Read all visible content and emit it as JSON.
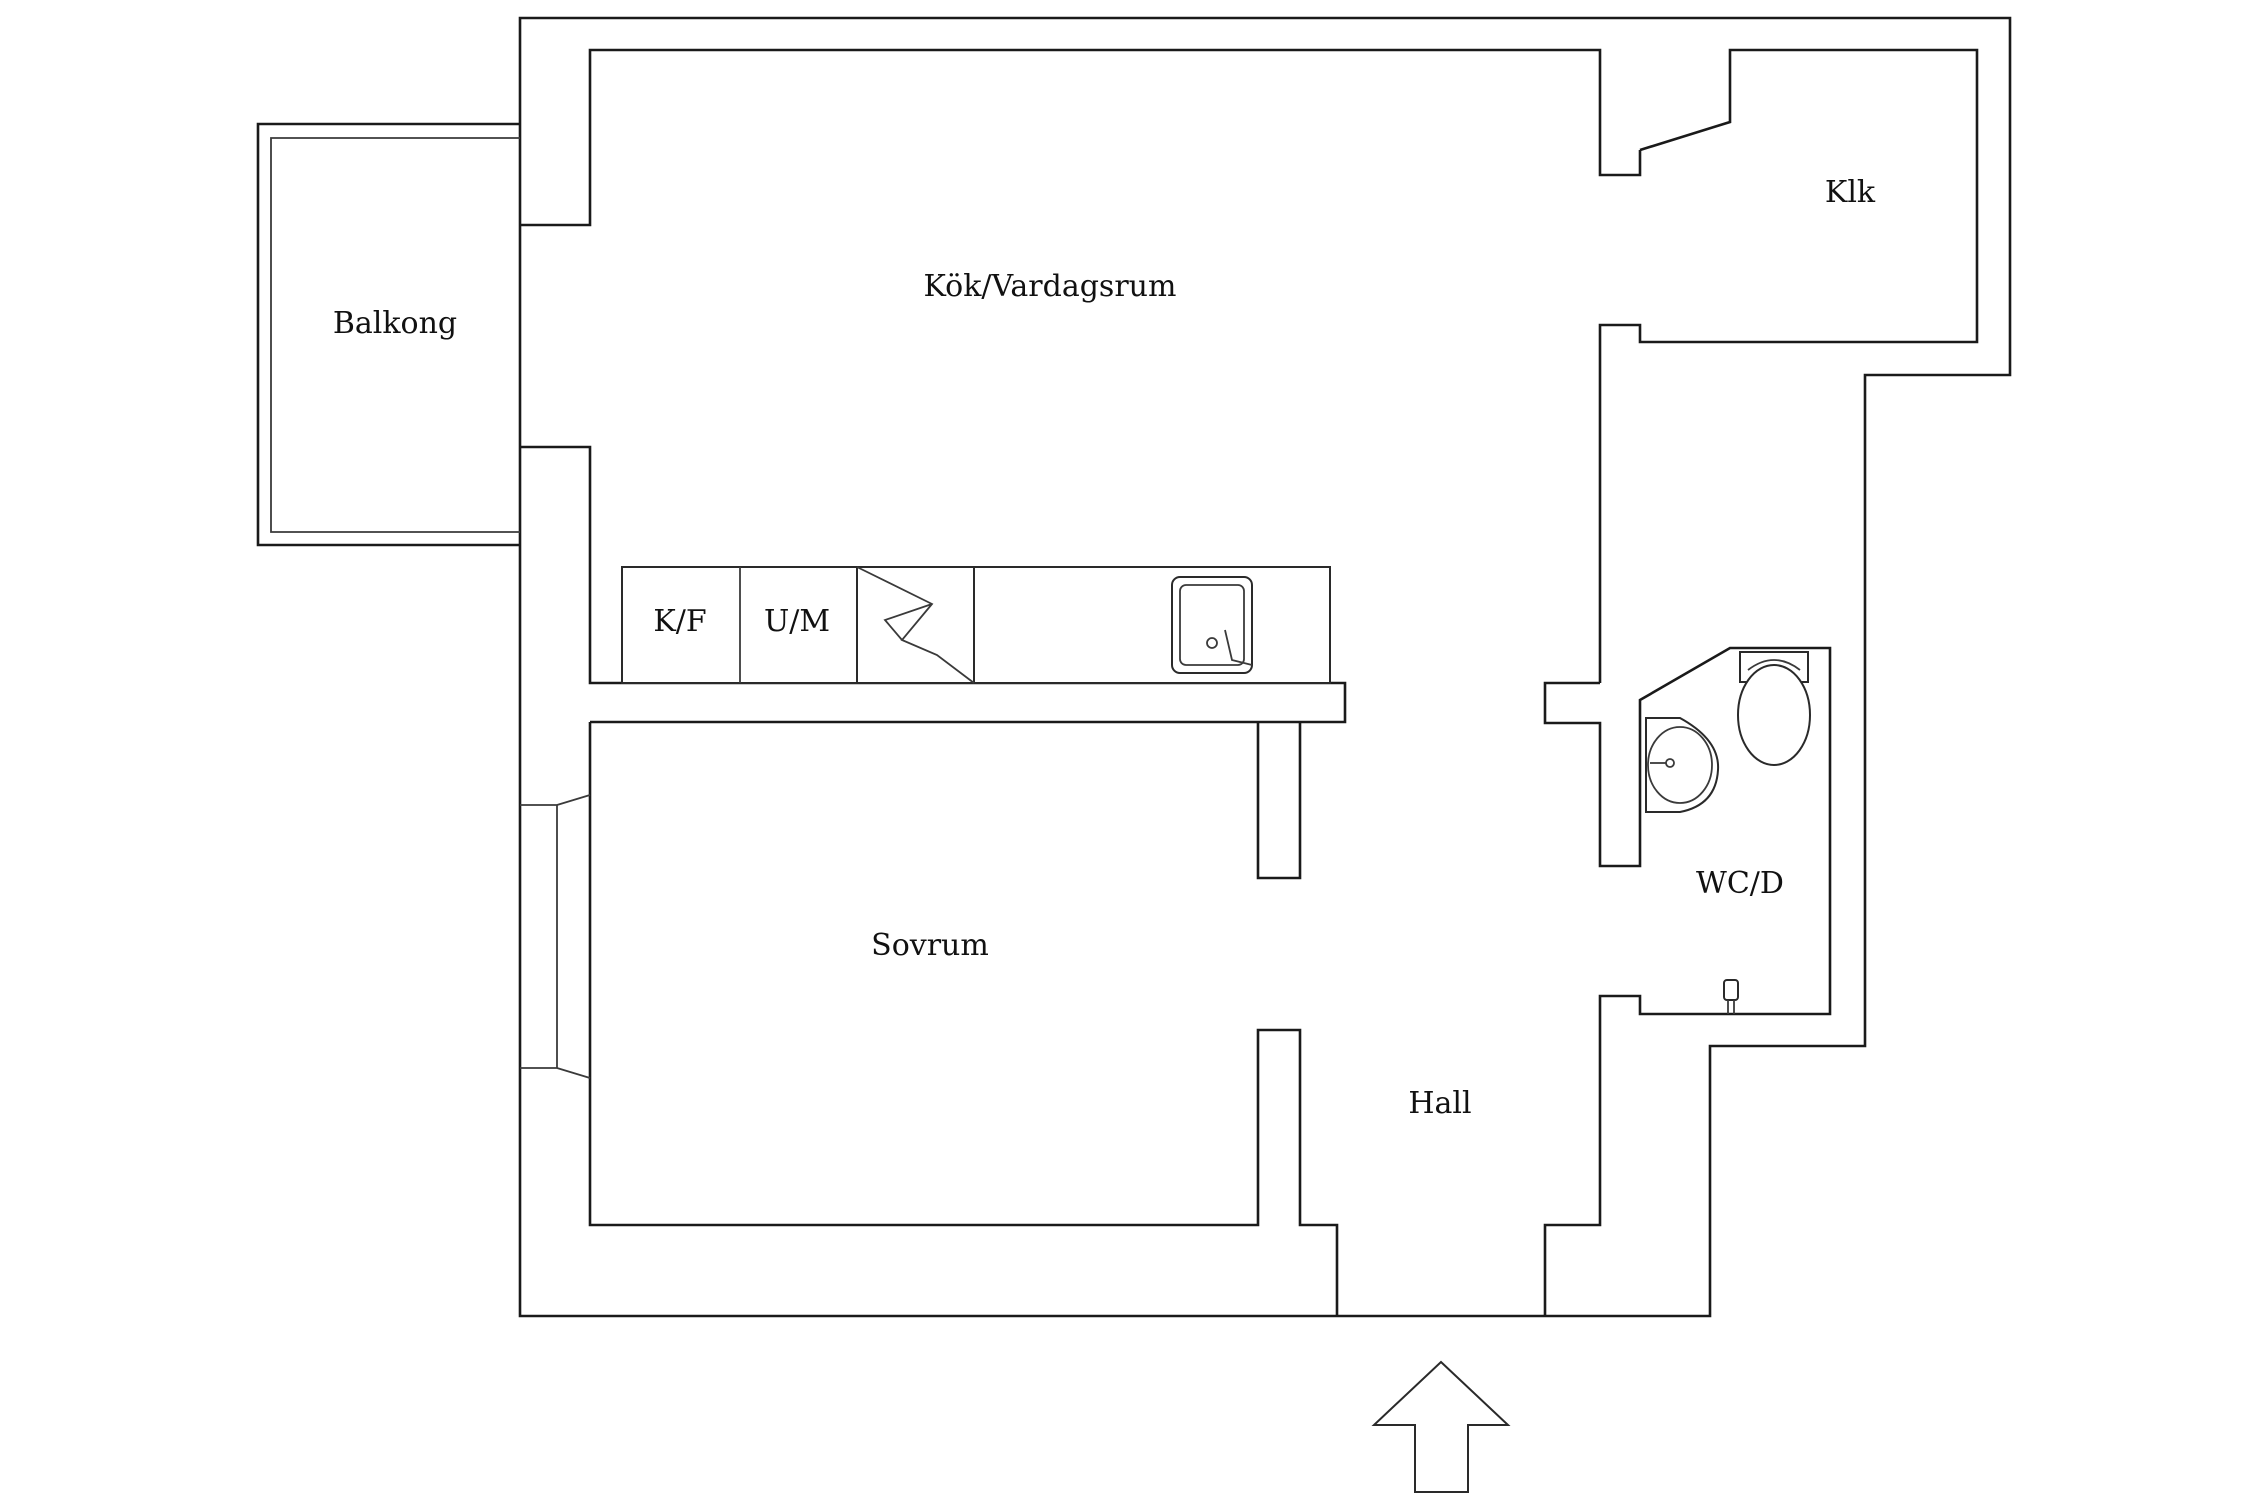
{
  "rooms": {
    "kitchen_living": "Kök/Vardagsrum",
    "balcony": "Balkong",
    "closet": "Klk",
    "bedroom": "Sovrum",
    "hall": "Hall",
    "bathroom": "WC/D"
  },
  "appliances": {
    "fridge_freezer": "K/F",
    "microwave": "U/M"
  },
  "icons": {
    "stove": "stove-icon",
    "sink": "kitchen-sink-icon",
    "toilet": "toilet-icon",
    "washbasin": "washbasin-icon",
    "shower": "shower-icon",
    "entrance": "entrance-arrow-icon"
  },
  "colors": {
    "line": "#1a1a1a",
    "background": "#ffffff"
  }
}
